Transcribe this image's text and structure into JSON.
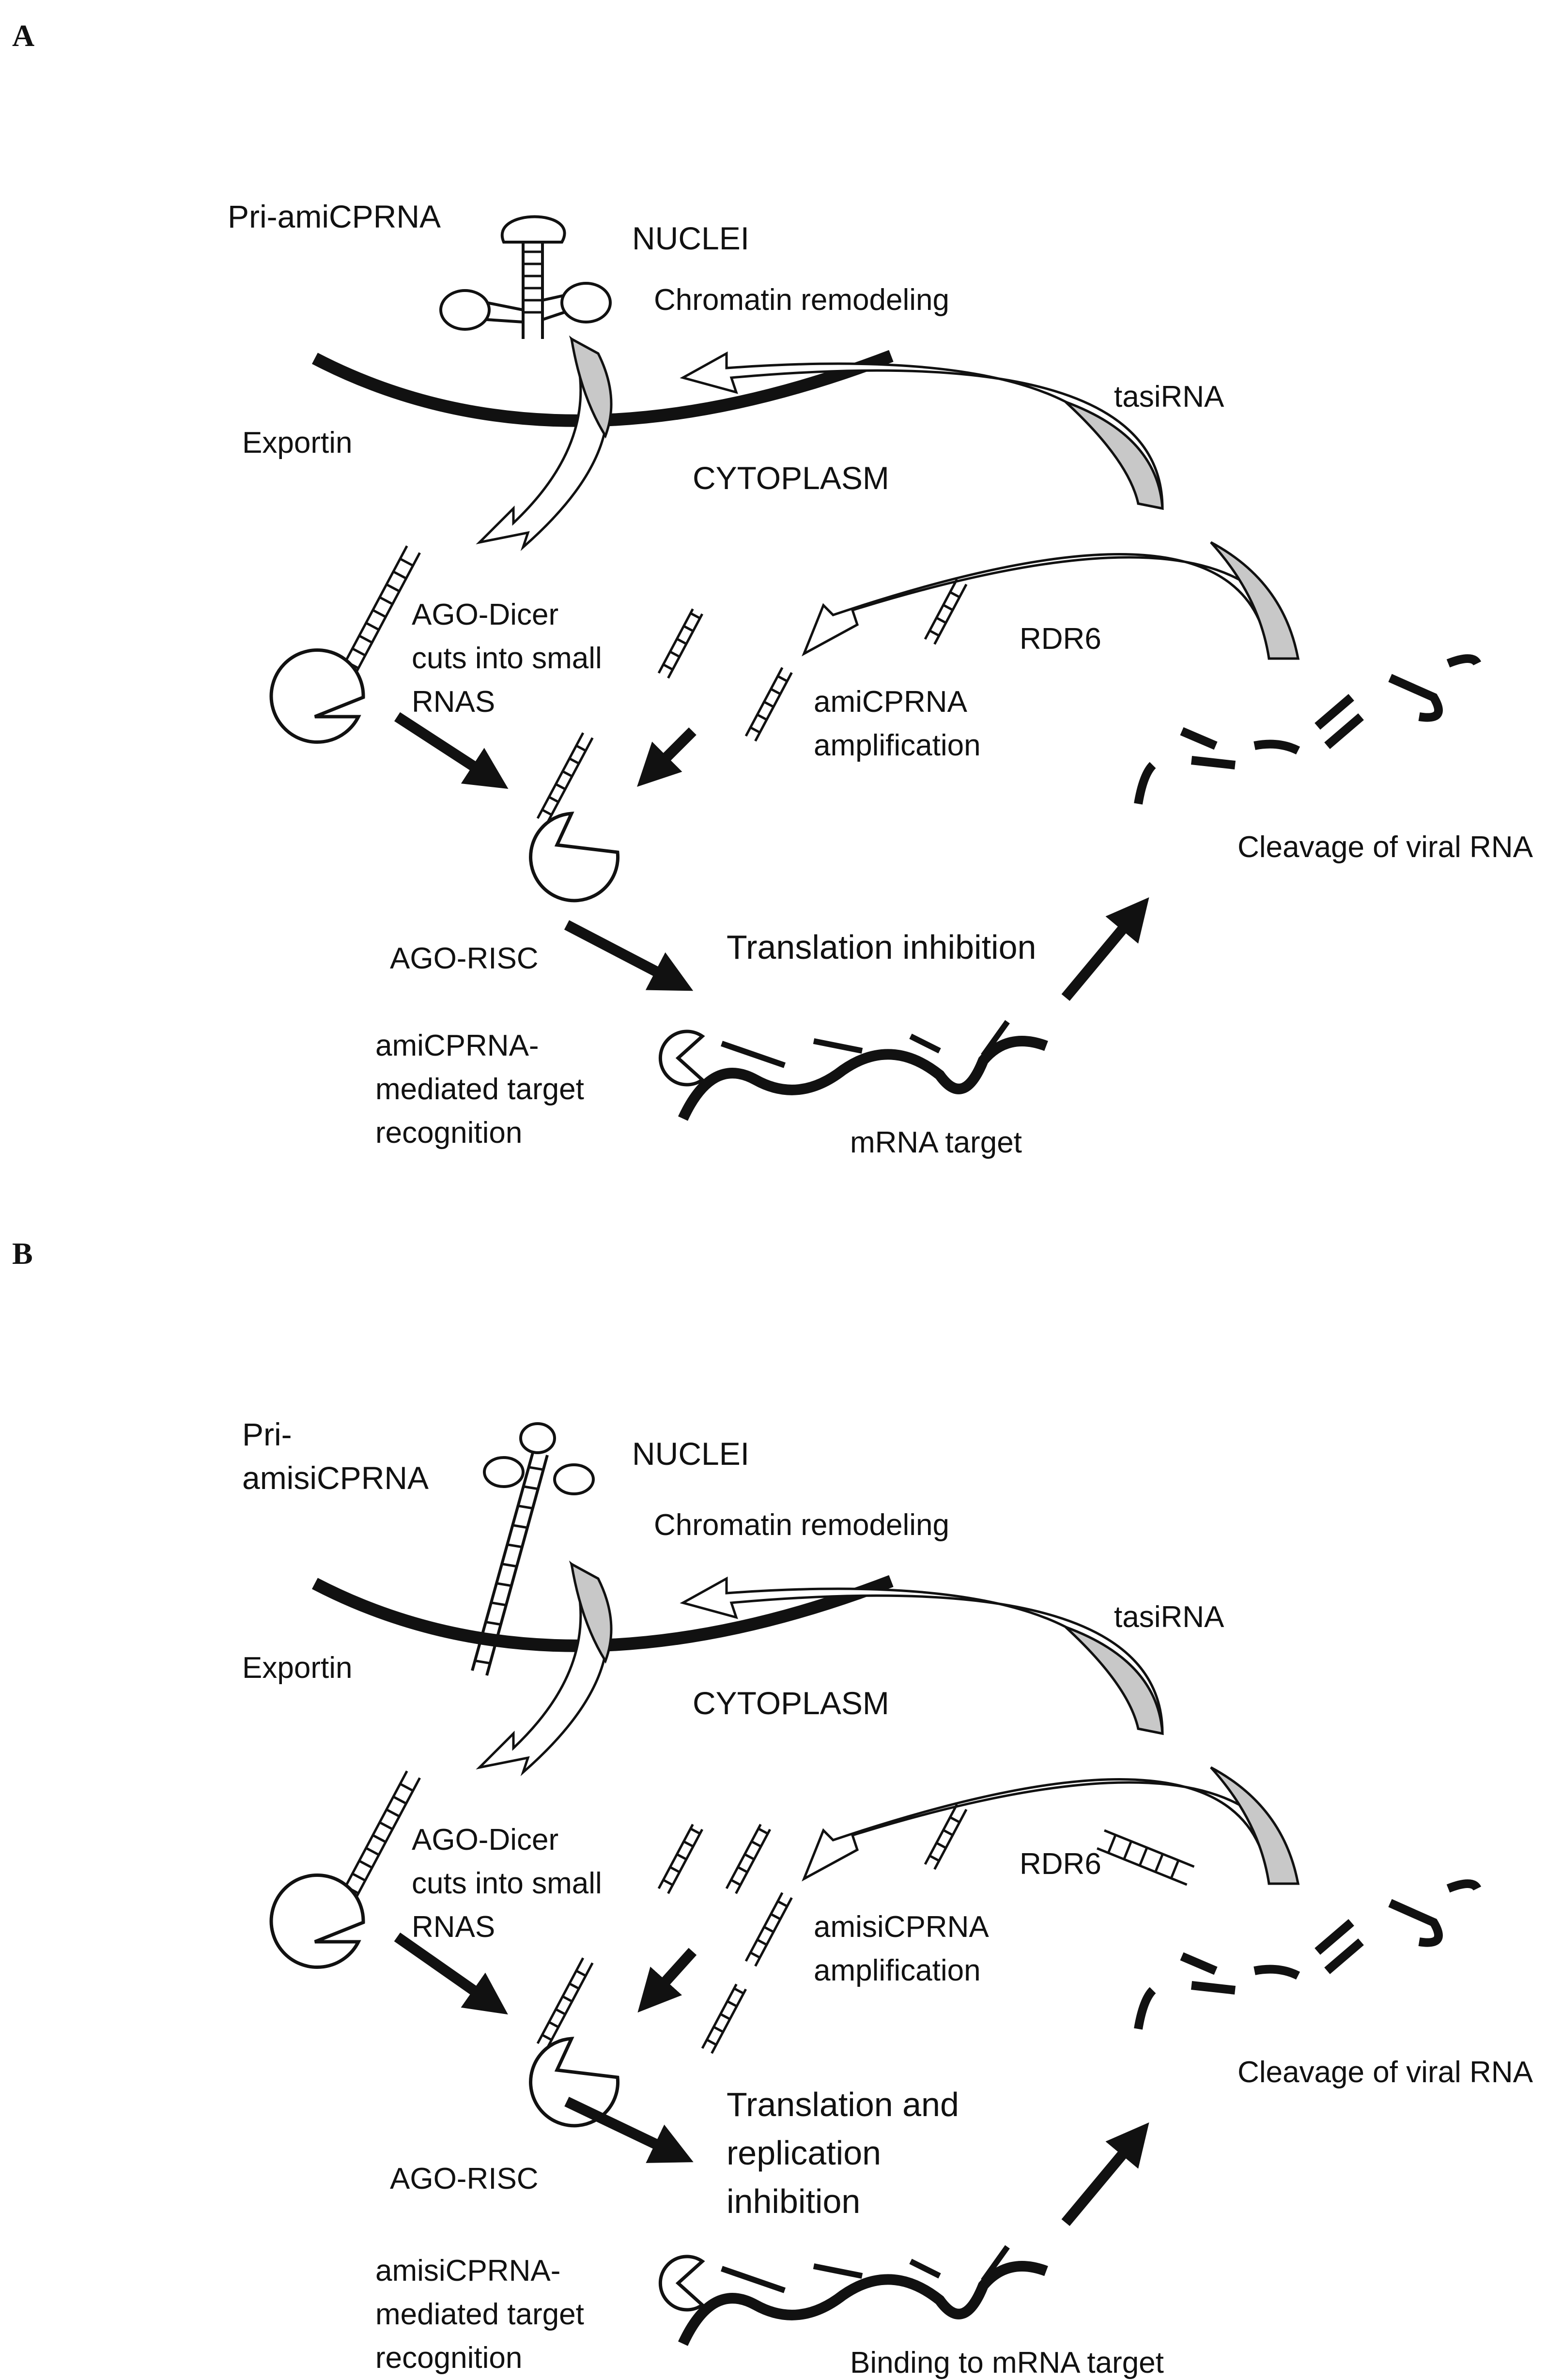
{
  "panels": [
    {
      "letter": "A",
      "labels": {
        "precursor": [
          "Pri-amiCPRNA"
        ],
        "nuclei": "NUCLEI",
        "chromatin": "Chromatin remodeling",
        "tasirna": "tasiRNA",
        "exportin": "Exportin",
        "cytoplasm": "CYTOPLASM",
        "dicer": [
          "AGO-Dicer",
          "cuts into small",
          "RNAS"
        ],
        "rdr6": "RDR6",
        "amplification": [
          "amiCPRNA",
          "amplification"
        ],
        "cleavage": "Cleavage of viral RNA",
        "risc": "AGO-RISC",
        "inhibition": [
          "Translation inhibition"
        ],
        "recognition": [
          "amiCPRNA-",
          "mediated target",
          "recognition"
        ],
        "target": "mRNA target"
      }
    },
    {
      "letter": "B",
      "labels": {
        "precursor": [
          "Pri-",
          "amisiCPRNA"
        ],
        "nuclei": "NUCLEI",
        "chromatin": "Chromatin remodeling",
        "tasirna": "tasiRNA",
        "exportin": "Exportin",
        "cytoplasm": "CYTOPLASM",
        "dicer": [
          "AGO-Dicer",
          "cuts into small",
          "RNAS"
        ],
        "rdr6": "RDR6",
        "amplification": [
          "amisiCPRNA",
          "amplification"
        ],
        "cleavage": "Cleavage of viral RNA",
        "risc": "AGO-RISC",
        "inhibition": [
          "Translation  and",
          "replication",
          "inhibition"
        ],
        "recognition": [
          "amisiCPRNA-",
          "mediated target",
          "recognition"
        ],
        "target": "Binding to mRNA target"
      }
    }
  ],
  "colors": {
    "ink": "#111111",
    "arrow_fill_gray": "#c8c8c8",
    "arrow_fill_white": "#ffffff"
  }
}
